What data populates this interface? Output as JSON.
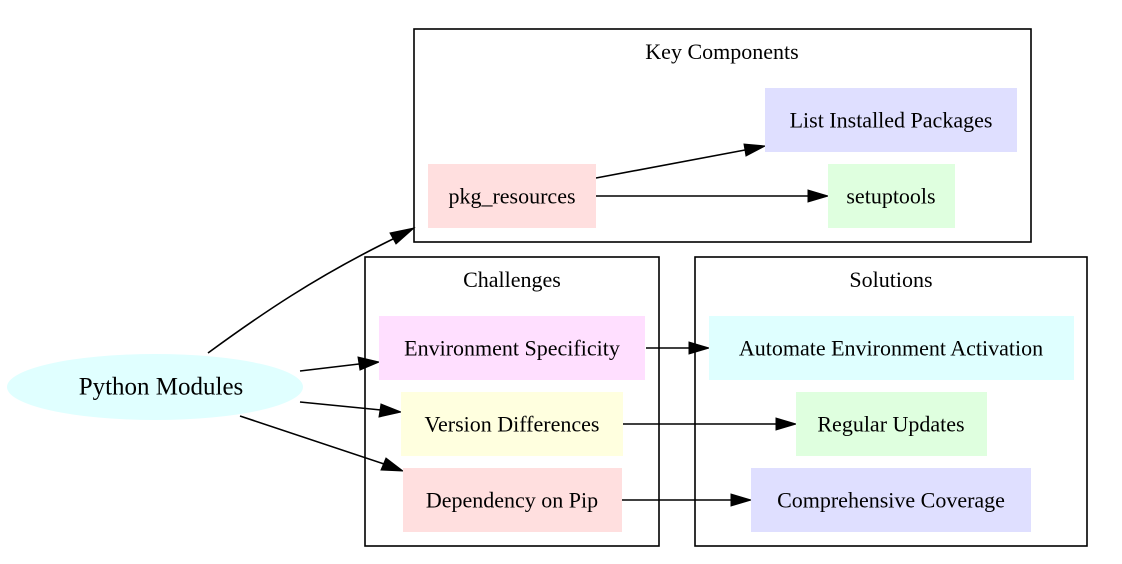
{
  "root": {
    "label": "Python Modules",
    "color": "#e0ffff"
  },
  "clusters": {
    "key_components": {
      "title": "Key Components"
    },
    "challenges": {
      "title": "Challenges"
    },
    "solutions": {
      "title": "Solutions"
    }
  },
  "nodes": {
    "pkg_resources": {
      "label": "pkg_resources",
      "color": "#ffdfdf"
    },
    "list_installed_packages": {
      "label": "List Installed Packages",
      "color": "#dfdfff"
    },
    "setuptools": {
      "label": "setuptools",
      "color": "#dfffdf"
    },
    "environment_specificity": {
      "label": "Environment Specificity",
      "color": "#ffdfff"
    },
    "version_differences": {
      "label": "Version Differences",
      "color": "#ffffdf"
    },
    "dependency_on_pip": {
      "label": "Dependency on Pip",
      "color": "#ffdfdf"
    },
    "automate_environment_activation": {
      "label": "Automate Environment Activation",
      "color": "#dfffff"
    },
    "regular_updates": {
      "label": "Regular Updates",
      "color": "#dfffdf"
    },
    "comprehensive_coverage": {
      "label": "Comprehensive Coverage",
      "color": "#dfdfff"
    }
  },
  "edges": [
    {
      "from": "Python Modules",
      "to": "pkg_resources"
    },
    {
      "from": "Python Modules",
      "to": "Environment Specificity"
    },
    {
      "from": "Python Modules",
      "to": "Version Differences"
    },
    {
      "from": "Python Modules",
      "to": "Dependency on Pip"
    },
    {
      "from": "pkg_resources",
      "to": "List Installed Packages"
    },
    {
      "from": "pkg_resources",
      "to": "setuptools"
    },
    {
      "from": "Environment Specificity",
      "to": "Automate Environment Activation"
    },
    {
      "from": "Version Differences",
      "to": "Regular Updates"
    },
    {
      "from": "Dependency on Pip",
      "to": "Comprehensive Coverage"
    }
  ]
}
